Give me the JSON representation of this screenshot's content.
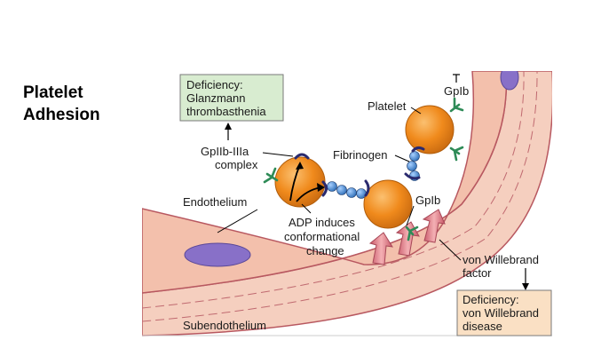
{
  "slide": {
    "title": "Platelet\nAdhesion"
  },
  "figure": {
    "labels": {
      "gp2b3a_line1": "GpIIb-IIIa",
      "gp2b3a_line2": "complex",
      "fibrinogen": "Fibrinogen",
      "platelet": "Platelet",
      "gp1b_top": "GpIb",
      "gp1b_lower": "GpIb",
      "endothelium": "Endothelium",
      "subendothelium": "Subendothelium",
      "adp_line1": "ADP induces",
      "adp_line2": "conformational",
      "adp_line3": "change",
      "vwf_line1": "von Willebrand",
      "vwf_line2": "factor"
    },
    "boxes": {
      "glanzmann": {
        "line1": "Deficiency:",
        "line2": "Glanzmann",
        "line3": "thrombasthenia",
        "fill": "#d8ecd0"
      },
      "vwd": {
        "line1": "Deficiency:",
        "line2": "von Willebrand",
        "line3": "disease",
        "fill": "#fae0c4"
      }
    },
    "colors": {
      "vessel_wall": "#f3c9b8",
      "vessel_edge": "#b85860",
      "platelet": "#f08a1c",
      "receptor_gp1b": "#2e8b57",
      "receptor_gp2b3a": "#2a2a6e",
      "fibrinogen_bead": "#2f6fb8",
      "vwf_arrow": "#d8707a",
      "nucleus": "#8870c8"
    }
  }
}
